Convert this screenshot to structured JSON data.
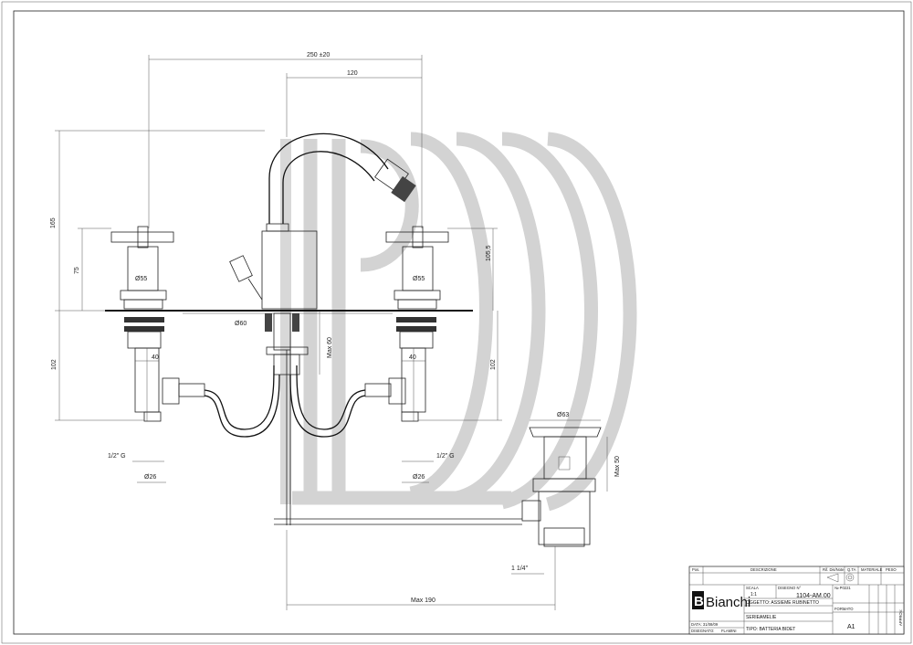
{
  "dimensions": {
    "width_total": "250 ±20",
    "width_120": "120",
    "height_165": "165",
    "height_75": "75",
    "height_105": "105,5",
    "height_102_left": "102",
    "height_102_right": "102",
    "dia_55_left": "Ø55",
    "dia_55_right": "Ø55",
    "dia_60": "Ø60",
    "max_60": "Max 60",
    "w_40_left": "40",
    "w_40_right": "40",
    "thread_left": "1/2\" G",
    "thread_right": "1/2\" G",
    "dia_26_left": "Ø26",
    "dia_26_right": "Ø26",
    "dia_63": "Ø63",
    "max_50": "Max 50",
    "waste_thread": "1 1/4\"",
    "max_190": "Max 190"
  },
  "title_block": {
    "header_pos": "Pos.",
    "header_desc": "DESCRIZIONE",
    "header_rif": "Rif. Dis/Note",
    "header_qta": "Q.TA",
    "header_mat": "MATERIALE",
    "header_peso": "PESO",
    "scala_label": "SCALA",
    "scala_value": "1:1",
    "disegno_label": "DISEGNO N°",
    "disegno_value": "1104-AM.00",
    "part_no": "№ P0221",
    "data_label": "DATA: 31/08/09",
    "designer_label": "DISEGNATO:",
    "designer_value": "FLAMINI",
    "oggetto": "OGGETTO: ASSIEME RUBINETTO",
    "serie_label": "SERIE:",
    "serie_value": "AMELIE",
    "tipo": "TIPO: BATTERIA BIDET",
    "formato_label": "FORMATO",
    "formato_value": "A1",
    "rev_right": "APPROV."
  },
  "logo": {
    "brand": "Bianchi",
    "mark": "B"
  }
}
